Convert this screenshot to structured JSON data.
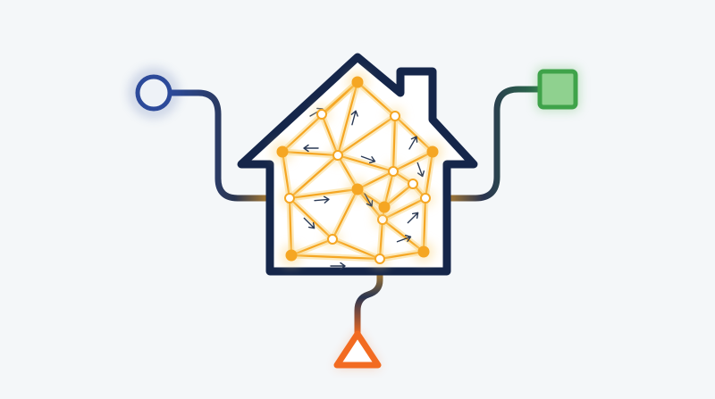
{
  "colors": {
    "background": "#f4f7f9",
    "house_outline": "#15264a",
    "house_fill": "#ffffff",
    "mesh_orange": "#f5a623",
    "mesh_glow": "#fbd98a",
    "arrow_stroke": "#2b3a55",
    "circle_blue": "#2c4a9a",
    "square_green": "#5cb85c",
    "triangle_orange": "#f26b21"
  },
  "icons": {
    "input_left": "circle-node-icon",
    "input_right": "square-node-icon",
    "output_bottom": "triangle-node-icon"
  },
  "mesh": {
    "node_count": 17,
    "link_count": 35,
    "flow_arrow_count": 12
  }
}
